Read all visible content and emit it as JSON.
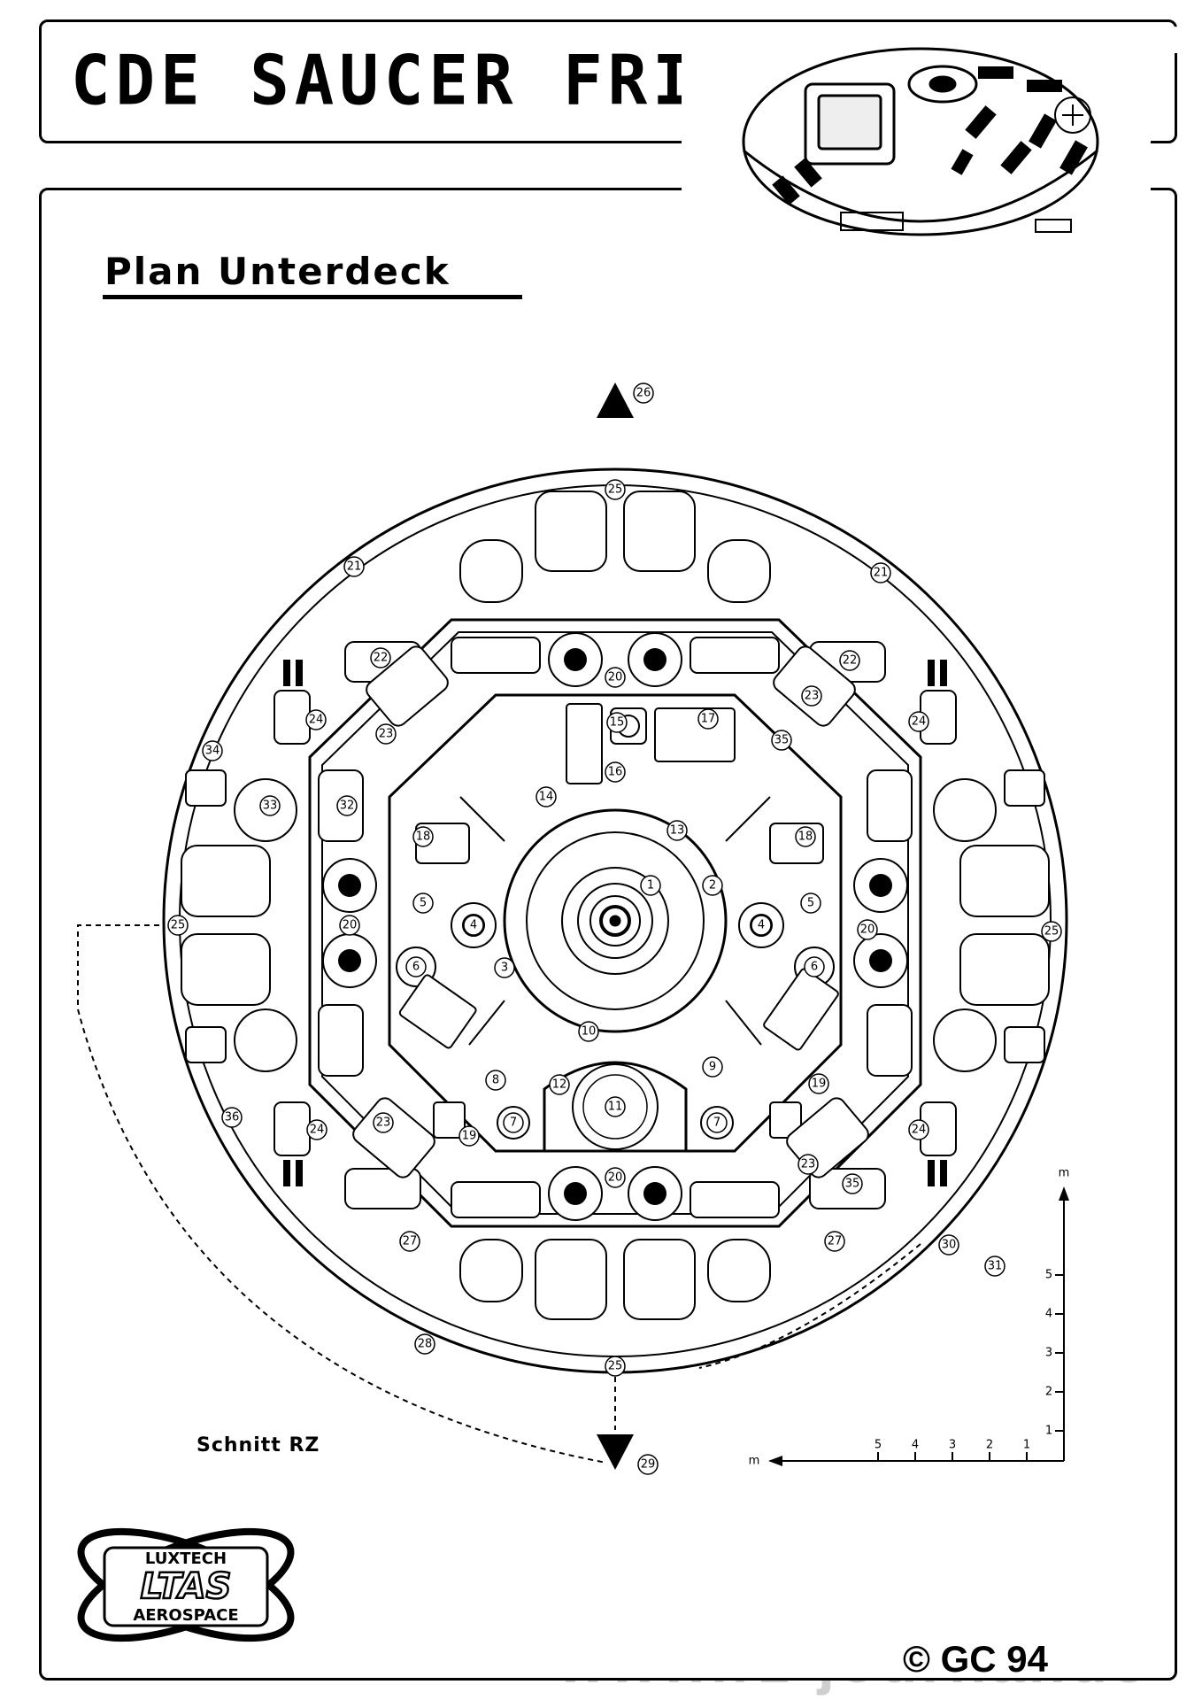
{
  "title": "CDE SAUCER FRISBEE",
  "subtitle": "Plan Unterdeck",
  "section_label": "Schnitt RZ",
  "copyright": "© GC 94",
  "watermark": "www.rz-journal.de",
  "logo": {
    "top": "LUXTECH",
    "middle": "LTAS",
    "bottom": "AEROSPACE"
  },
  "scale": {
    "unit": "m",
    "ticks_x": [
      "5",
      "4",
      "3",
      "2",
      "1"
    ],
    "ticks_y": [
      "5",
      "4",
      "3",
      "2",
      "1"
    ]
  },
  "markers": [
    {
      "id": "m1",
      "label": "1"
    },
    {
      "id": "m2",
      "label": "2"
    },
    {
      "id": "m3",
      "label": "3"
    },
    {
      "id": "m4a",
      "label": "4"
    },
    {
      "id": "m4b",
      "label": "4"
    },
    {
      "id": "m5a",
      "label": "5"
    },
    {
      "id": "m5b",
      "label": "5"
    },
    {
      "id": "m6a",
      "label": "6"
    },
    {
      "id": "m6b",
      "label": "6"
    },
    {
      "id": "m7a",
      "label": "7"
    },
    {
      "id": "m7b",
      "label": "7"
    },
    {
      "id": "m8",
      "label": "8"
    },
    {
      "id": "m9",
      "label": "9"
    },
    {
      "id": "m10",
      "label": "10"
    },
    {
      "id": "m11",
      "label": "11"
    },
    {
      "id": "m12",
      "label": "12"
    },
    {
      "id": "m13",
      "label": "13"
    },
    {
      "id": "m14",
      "label": "14"
    },
    {
      "id": "m15",
      "label": "15"
    },
    {
      "id": "m16",
      "label": "16"
    },
    {
      "id": "m17",
      "label": "17"
    },
    {
      "id": "m18a",
      "label": "18"
    },
    {
      "id": "m18b",
      "label": "18"
    },
    {
      "id": "m19a",
      "label": "19"
    },
    {
      "id": "m19b",
      "label": "19"
    },
    {
      "id": "m20a",
      "label": "20"
    },
    {
      "id": "m20b",
      "label": "20"
    },
    {
      "id": "m20c",
      "label": "20"
    },
    {
      "id": "m20d",
      "label": "20"
    },
    {
      "id": "m21a",
      "label": "21"
    },
    {
      "id": "m21b",
      "label": "21"
    },
    {
      "id": "m22a",
      "label": "22"
    },
    {
      "id": "m22b",
      "label": "22"
    },
    {
      "id": "m23a",
      "label": "23"
    },
    {
      "id": "m23b",
      "label": "23"
    },
    {
      "id": "m23c",
      "label": "23"
    },
    {
      "id": "m23d",
      "label": "23"
    },
    {
      "id": "m24a",
      "label": "24"
    },
    {
      "id": "m24b",
      "label": "24"
    },
    {
      "id": "m24c",
      "label": "24"
    },
    {
      "id": "m24d",
      "label": "24"
    },
    {
      "id": "m25a",
      "label": "25"
    },
    {
      "id": "m25b",
      "label": "25"
    },
    {
      "id": "m25c",
      "label": "25"
    },
    {
      "id": "m25d",
      "label": "25"
    },
    {
      "id": "m26",
      "label": "26"
    },
    {
      "id": "m27a",
      "label": "27"
    },
    {
      "id": "m27b",
      "label": "27"
    },
    {
      "id": "m28",
      "label": "28"
    },
    {
      "id": "m29",
      "label": "29"
    },
    {
      "id": "m30",
      "label": "30"
    },
    {
      "id": "m31",
      "label": "31"
    },
    {
      "id": "m32",
      "label": "32"
    },
    {
      "id": "m33",
      "label": "33"
    },
    {
      "id": "m34",
      "label": "34"
    },
    {
      "id": "m35a",
      "label": "35"
    },
    {
      "id": "m35b",
      "label": "35"
    },
    {
      "id": "m36",
      "label": "36"
    }
  ]
}
